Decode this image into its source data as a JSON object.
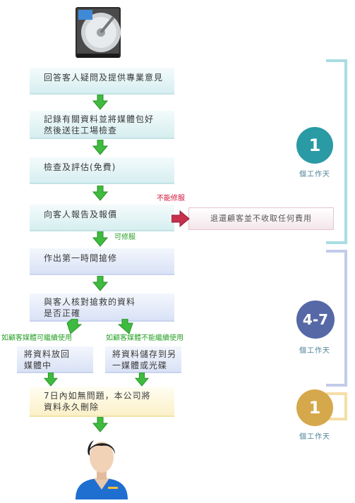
{
  "steps": {
    "s1": "回答客人疑問及提供專業意見",
    "s2a": "記錄有關資料並將媒體包好",
    "s2b": "然後送往工場檢查",
    "s3": "檢查及評估(免費)",
    "s4": "向客人報告及報價",
    "s5": "作出第一時間搶修",
    "s6a": "與客人核對搶救的資料",
    "s6b": "是否正確",
    "s7a": "將資料放回",
    "s7b": "媒體中",
    "s8a": "將資料儲存到另",
    "s8b": "一媒體或光碟",
    "s9a": "7日內如無問題，本公司將",
    "s9b": "資料永久刪除"
  },
  "refund": "退還顧客並不收取任何費用",
  "labels": {
    "cannot_repair": "不能修服",
    "can_repair": "可修服",
    "media_usable": "如顧客媒體可繼續使用",
    "media_unusable": "如顧客媒體不能繼續使用"
  },
  "phases": [
    {
      "value": "1",
      "unit": "個工作天",
      "color": "#2a9aa5",
      "bracket": "#a8dce3"
    },
    {
      "value": "4-7",
      "unit": "個工作天",
      "color": "#5668a6",
      "bracket": "#c3cbea"
    },
    {
      "value": "1",
      "unit": "個工作天",
      "color": "#d6a84c",
      "bracket": "#f5dfa6"
    }
  ]
}
